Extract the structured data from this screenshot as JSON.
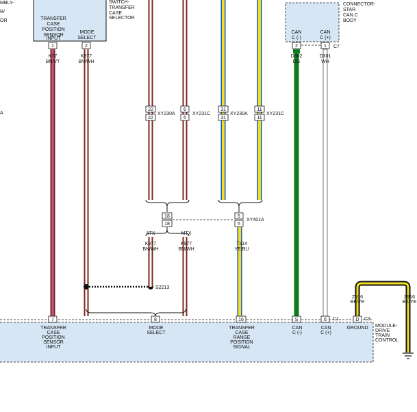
{
  "clipped_left_labels": [
    "MBLY-",
    "R/",
    "OR",
    "A"
  ],
  "switch_module": {
    "label_lines": [
      "SWITCH-",
      "TRANSFER",
      "CASE",
      "SELECTOR"
    ],
    "tcps_input_lines": [
      "TRANSFER",
      "CASE",
      "POSITION",
      "SENSOR",
      "INPUT"
    ],
    "mode_select_lines": [
      "MODE",
      "SELECT"
    ],
    "pin_tcps": "1",
    "pin_mode": "2"
  },
  "wires_left": {
    "k77_code": "K77",
    "k77_color": "BN/VT",
    "k977_code": "K977",
    "k977_color": "BN/WH"
  },
  "inline_connectors": {
    "pin22": "22",
    "pin6": "6",
    "pin31": "31",
    "pin11": "11",
    "xy230a": "XY230A",
    "xy231c": "XY231C",
    "pin18": "18",
    "pin5": "5",
    "xy401a": "XY401A"
  },
  "branches": {
    "atx": "ATX",
    "mtx": "MTX",
    "k977": "K977",
    "bnwh": "BN/WH",
    "t314": "T314",
    "yebu": "YE/BU",
    "splice": "S2213"
  },
  "star_connector": {
    "label_lines": [
      "CONNECTOR-",
      "STAR",
      "CAN C",
      "BODY"
    ],
    "can_minus_lines": [
      "CAN",
      "C (-)"
    ],
    "can_plus_lines": [
      "CAN",
      "C (+)"
    ],
    "pin_minus": "2",
    "pin_plus": "1",
    "connector_id": "C7",
    "d302_code": "D302",
    "d302_color": "DG",
    "d301_code": "D301",
    "d301_color": "WH"
  },
  "ground": {
    "z916": "Z916",
    "bkye": "BK/YE"
  },
  "module": {
    "label_lines": [
      "MODULE-",
      "DRIVE",
      "TRAIN",
      "CONTROL"
    ],
    "pin7": "7",
    "pin8": "8",
    "pin16": "16",
    "pin_s": "S",
    "pin6": "6",
    "c1": "C1",
    "pin_d": "D",
    "c3": "C3",
    "tcps_lines": [
      "TRANSFER",
      "CASE",
      "POSITION",
      "SENSOR",
      "INPUT"
    ],
    "mode_lines": [
      "MODE",
      "SELECT"
    ],
    "range_lines": [
      "TRANSFER",
      "CASE",
      "RANGE",
      "POSITION",
      "SIGNAL"
    ],
    "can_minus_lines": [
      "CAN",
      "C (-)"
    ],
    "can_plus_lines": [
      "CAN",
      "C (+)"
    ],
    "ground_label": "GROUND"
  },
  "colors": {
    "module_fill": "#d6e6f4",
    "brown": "#7a2a1e",
    "violet": "#c7588f",
    "red_stripe": "#d7453a",
    "dark_green": "#0f7a20",
    "yellow": "#f0e020",
    "blue": "#1f56c4",
    "black": "#111111"
  }
}
